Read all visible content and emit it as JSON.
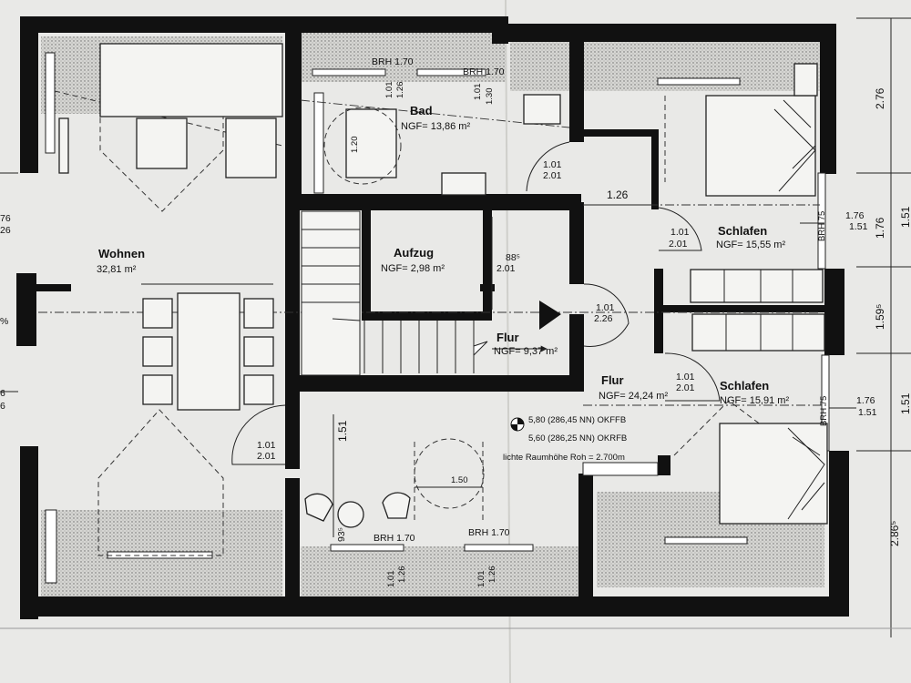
{
  "rooms": {
    "wohnen": {
      "name": "Wohnen",
      "area": "32,81 m²"
    },
    "bad": {
      "name": "Bad",
      "area": "NGF= 13,86 m²"
    },
    "aufzug": {
      "name": "Aufzug",
      "area": "NGF= 2,98 m²"
    },
    "flur_small": {
      "name": "Flur",
      "area": "NGF= 9,37 m²"
    },
    "flur_big": {
      "name": "Flur",
      "area": "NGF= 24,24 m²"
    },
    "schlafen_top": {
      "name": "Schlafen",
      "area": "NGF= 15,55 m²"
    },
    "schlafen_bottom": {
      "name": "Schlafen",
      "area": "NGF= 15,91 m²"
    }
  },
  "windows": {
    "brh_1": "BRH 1.70",
    "brh_2": "BRH 1.70",
    "brh_3": "BRH 1.70",
    "brh_4": "BRH 1.70",
    "brh_75_top": "BRH 75",
    "brh_75_bottom": "BRH 75"
  },
  "doors": {
    "d_101": "1.01",
    "d_126": "1.26",
    "d_130": "1.30",
    "d_201": "2.01",
    "d_226": "2.26",
    "d_151": "1.51",
    "d_176": "1.76"
  },
  "dims": {
    "flur_width": "1.26",
    "bad_circle": "1.20",
    "aufzug_depth": "88⁵",
    "hall_width": "1.51",
    "circle_150": "1.50",
    "stair_935": "93⁵",
    "right_276": "2.76",
    "right_176": "1.76",
    "right_151": "1.51",
    "right_1595": "1.59⁵",
    "right_2865": "2.86⁵",
    "right_151_cut": "1.51",
    "left_76": "76",
    "left_26": "26",
    "left_pct": "%",
    "left_6_a": "6",
    "left_6_b": "6"
  },
  "levels": {
    "okffb": "5,80   (286,45 NN) OKFFB",
    "okrfb": "5,60   (286,25 NN) OKRFB",
    "clear_height": "lichte Raumhöhe Roh = 2.700m"
  }
}
